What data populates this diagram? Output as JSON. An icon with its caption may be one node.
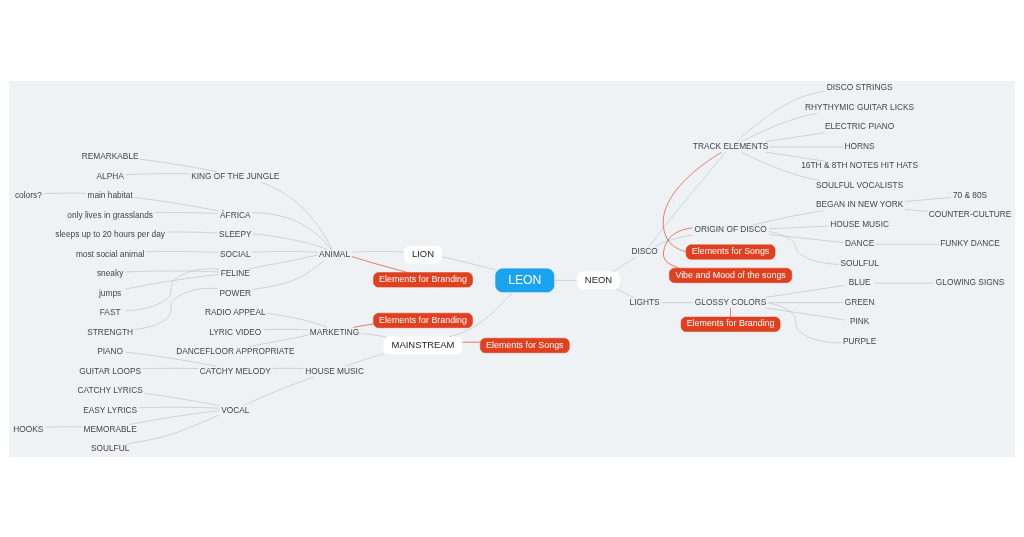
{
  "diagram": {
    "nodes": [
      {
        "text": [
          "LEON"
        ]
      },
      {
        "text": [
          "LION"
        ]
      },
      {
        "text": [
          "ANIMAL"
        ]
      },
      {
        "text": [
          "KING OF THE JUNGLE"
        ]
      },
      {
        "text": [
          "REMARKABLE"
        ]
      },
      {
        "text": [
          "ALPHA"
        ]
      },
      {
        "text": [
          "ÁFRICA"
        ]
      },
      {
        "text": [
          "main habitat"
        ]
      },
      {
        "text": [
          "colors?"
        ]
      },
      {
        "text": [
          "only lives in grasslands"
        ]
      },
      {
        "text": [
          "SLEEPY"
        ]
      },
      {
        "text": [
          "sleeps up to 20 hours per day"
        ]
      },
      {
        "text": [
          "SOCIAL"
        ]
      },
      {
        "text": [
          "most social animal"
        ]
      },
      {
        "text": [
          "FELINE"
        ]
      },
      {
        "text": [
          "sneaky"
        ]
      },
      {
        "text": [
          "jumps"
        ]
      },
      {
        "text": [
          "FAST"
        ]
      },
      {
        "text": [
          "POWER"
        ]
      },
      {
        "text": [
          "STRENGTH"
        ]
      },
      {
        "text": [
          "MAINSTREAM"
        ]
      },
      {
        "text": [
          "MARKETING"
        ]
      },
      {
        "text": [
          "RADIO APPEAL"
        ]
      },
      {
        "text": [
          "LYRIC VIDEO"
        ]
      },
      {
        "text": [
          "DANCEFLOOR APPROPRIATE"
        ]
      },
      {
        "text": [
          "HOUSE MUSIC"
        ]
      },
      {
        "text": [
          "CATCHY MELODY"
        ]
      },
      {
        "text": [
          "PIANO"
        ]
      },
      {
        "text": [
          "GUITAR LOOPS"
        ]
      },
      {
        "text": [
          "VOCAL"
        ]
      },
      {
        "text": [
          "CATCHY LYRICS"
        ]
      },
      {
        "text": [
          "EASY LYRICS"
        ]
      },
      {
        "text": [
          "MEMORABLE"
        ]
      },
      {
        "text": [
          "HOOKS"
        ]
      },
      {
        "text": [
          "SOULFUL"
        ]
      },
      {
        "text": [
          "NEON"
        ]
      },
      {
        "text": [
          "DISCO"
        ]
      },
      {
        "text": [
          "TRACK ELEMENTS"
        ]
      },
      {
        "text": [
          "DISCO STRINGS"
        ]
      },
      {
        "text": [
          "RHYTHYMIC GUITAR LICKS"
        ]
      },
      {
        "text": [
          "ELECTRIC PIANO"
        ]
      },
      {
        "text": [
          "HORNS"
        ]
      },
      {
        "text": [
          "16TH & 8TH NOTES HIT HATS"
        ]
      },
      {
        "text": [
          "SOULFUL VOCALISTS"
        ]
      },
      {
        "text": [
          "ORIGIN OF DISCO"
        ]
      },
      {
        "text": [
          "BEGAN IN NEW YORK"
        ]
      },
      {
        "text": [
          "70 & 80S"
        ]
      },
      {
        "text": [
          "COUNTER-CULTURE"
        ]
      },
      {
        "text": [
          "HOUSE MUSIC"
        ]
      },
      {
        "text": [
          "DANCE"
        ]
      },
      {
        "text": [
          "FUNKY DANCE"
        ]
      },
      {
        "text": [
          "SOULFUL"
        ]
      },
      {
        "text": [
          "LIGHTS"
        ]
      },
      {
        "text": [
          "GLOSSY COLORS"
        ]
      },
      {
        "text": [
          "BLUE"
        ]
      },
      {
        "text": [
          "GLOWING SIGNS"
        ]
      },
      {
        "text": [
          "GREEN"
        ]
      },
      {
        "text": [
          "PINK"
        ]
      },
      {
        "text": [
          "PURPLE"
        ]
      },
      {
        "text": [
          "Elements for Branding"
        ]
      },
      {
        "text": [
          "Elements for Songs"
        ]
      },
      {
        "text": [
          "Elements for Branding"
        ]
      },
      {
        "text": [
          "Vibe and Mood of the songs"
        ]
      },
      {
        "text": [
          "Elements for Songs"
        ]
      },
      {
        "text": [
          "Elements for Branding"
        ]
      }
    ],
    "edges": [
      {
        "from": 0,
        "to": 1,
        "arrow": "none"
      },
      {
        "from": 1,
        "to": 2,
        "arrow": "none"
      },
      {
        "from": 2,
        "to": 3,
        "arrow": "none"
      },
      {
        "from": 3,
        "to": 4,
        "arrow": "none"
      },
      {
        "from": 3,
        "to": 5,
        "arrow": "none"
      },
      {
        "from": 2,
        "to": 6,
        "arrow": "none"
      },
      {
        "from": 6,
        "to": 7,
        "arrow": "none"
      },
      {
        "from": 7,
        "to": 8,
        "arrow": "none"
      },
      {
        "from": 6,
        "to": 9,
        "arrow": "none"
      },
      {
        "from": 2,
        "to": 10,
        "arrow": "none"
      },
      {
        "from": 10,
        "to": 11,
        "arrow": "none"
      },
      {
        "from": 2,
        "to": 12,
        "arrow": "none"
      },
      {
        "from": 12,
        "to": 13,
        "arrow": "none"
      },
      {
        "from": 2,
        "to": 14,
        "arrow": "none"
      },
      {
        "from": 14,
        "to": 15,
        "arrow": "none"
      },
      {
        "from": 14,
        "to": 16,
        "arrow": "none"
      },
      {
        "from": 14,
        "to": 17,
        "arrow": "none"
      },
      {
        "from": 2,
        "to": 18,
        "arrow": "none"
      },
      {
        "from": 18,
        "to": 19,
        "arrow": "none"
      },
      {
        "from": 0,
        "to": 20,
        "arrow": "none"
      },
      {
        "from": 20,
        "to": 21,
        "arrow": "none"
      },
      {
        "from": 21,
        "to": 22,
        "arrow": "none"
      },
      {
        "from": 21,
        "to": 23,
        "arrow": "none"
      },
      {
        "from": 21,
        "to": 24,
        "arrow": "none"
      },
      {
        "from": 20,
        "to": 25,
        "arrow": "none"
      },
      {
        "from": 25,
        "to": 26,
        "arrow": "none"
      },
      {
        "from": 26,
        "to": 27,
        "arrow": "none"
      },
      {
        "from": 26,
        "to": 28,
        "arrow": "none"
      },
      {
        "from": 25,
        "to": 29,
        "arrow": "none"
      },
      {
        "from": 29,
        "to": 30,
        "arrow": "none"
      },
      {
        "from": 29,
        "to": 31,
        "arrow": "none"
      },
      {
        "from": 29,
        "to": 32,
        "arrow": "none"
      },
      {
        "from": 32,
        "to": 33,
        "arrow": "none"
      },
      {
        "from": 29,
        "to": 34,
        "arrow": "none"
      },
      {
        "from": 0,
        "to": 35,
        "arrow": "none"
      },
      {
        "from": 35,
        "to": 36,
        "arrow": "none"
      },
      {
        "from": 36,
        "to": 37,
        "arrow": "none"
      },
      {
        "from": 37,
        "to": 38,
        "arrow": "none"
      },
      {
        "from": 37,
        "to": 39,
        "arrow": "none"
      },
      {
        "from": 37,
        "to": 40,
        "arrow": "none"
      },
      {
        "from": 37,
        "to": 41,
        "arrow": "none"
      },
      {
        "from": 37,
        "to": 42,
        "arrow": "none"
      },
      {
        "from": 37,
        "to": 43,
        "arrow": "none"
      },
      {
        "from": 36,
        "to": 44,
        "arrow": "none"
      },
      {
        "from": 44,
        "to": 45,
        "arrow": "none"
      },
      {
        "from": 45,
        "to": 46,
        "arrow": "none"
      },
      {
        "from": 45,
        "to": 47,
        "arrow": "none"
      },
      {
        "from": 44,
        "to": 48,
        "arrow": "none"
      },
      {
        "from": 44,
        "to": 49,
        "arrow": "none"
      },
      {
        "from": 49,
        "to": 50,
        "arrow": "none"
      },
      {
        "from": 44,
        "to": 51,
        "arrow": "none"
      },
      {
        "from": 35,
        "to": 52,
        "arrow": "none"
      },
      {
        "from": 52,
        "to": 53,
        "arrow": "none"
      },
      {
        "from": 53,
        "to": 54,
        "arrow": "none"
      },
      {
        "from": 54,
        "to": 55,
        "arrow": "none"
      },
      {
        "from": 53,
        "to": 56,
        "arrow": "none"
      },
      {
        "from": 53,
        "to": 57,
        "arrow": "none"
      },
      {
        "from": 53,
        "to": 58,
        "arrow": "none"
      },
      {
        "from": 59,
        "to": 2,
        "arrow": "none",
        "color": "#e0401f"
      },
      {
        "from": 60,
        "to": 37,
        "arrow": "none",
        "color": "#e0401f"
      },
      {
        "from": 61,
        "to": 21,
        "arrow": "none",
        "color": "#e0401f"
      },
      {
        "from": 62,
        "to": 44,
        "arrow": "none",
        "color": "#e0401f"
      },
      {
        "from": 63,
        "to": 20,
        "arrow": "none",
        "color": "#e0401f"
      },
      {
        "from": 64,
        "to": 53,
        "arrow": "none",
        "color": "#e0401f"
      }
    ]
  }
}
